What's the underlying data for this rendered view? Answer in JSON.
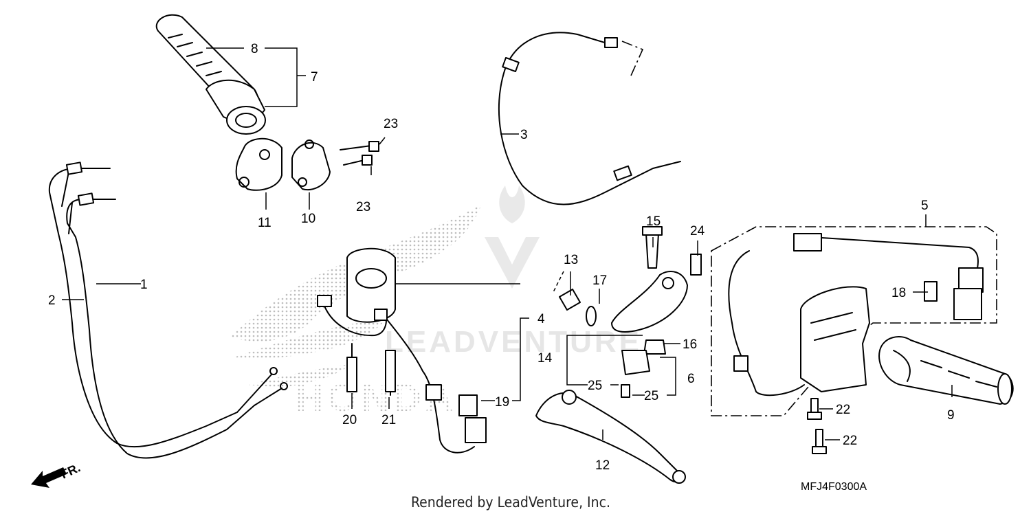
{
  "diagram": {
    "watermark_text": "LEADVENTURE",
    "logo_text": "HONDA",
    "direction_label": "FR.",
    "drawing_code": "MFJ4F0300A",
    "credit": "Rendered by LeadVenture, Inc.",
    "callouts": {
      "c1": "1",
      "c2": "2",
      "c3": "3",
      "c4": "4",
      "c5": "5",
      "c6": "6",
      "c7": "7",
      "c8": "8",
      "c9": "9",
      "c10": "10",
      "c11": "11",
      "c12": "12",
      "c13": "13",
      "c14": "14",
      "c15": "15",
      "c16": "16",
      "c17": "17",
      "c18": "18",
      "c19": "19",
      "c20": "20",
      "c21": "21",
      "c22a": "22",
      "c22b": "22",
      "c23a": "23",
      "c23b": "23",
      "c24": "24",
      "c25a": "25",
      "c25b": "25"
    }
  }
}
